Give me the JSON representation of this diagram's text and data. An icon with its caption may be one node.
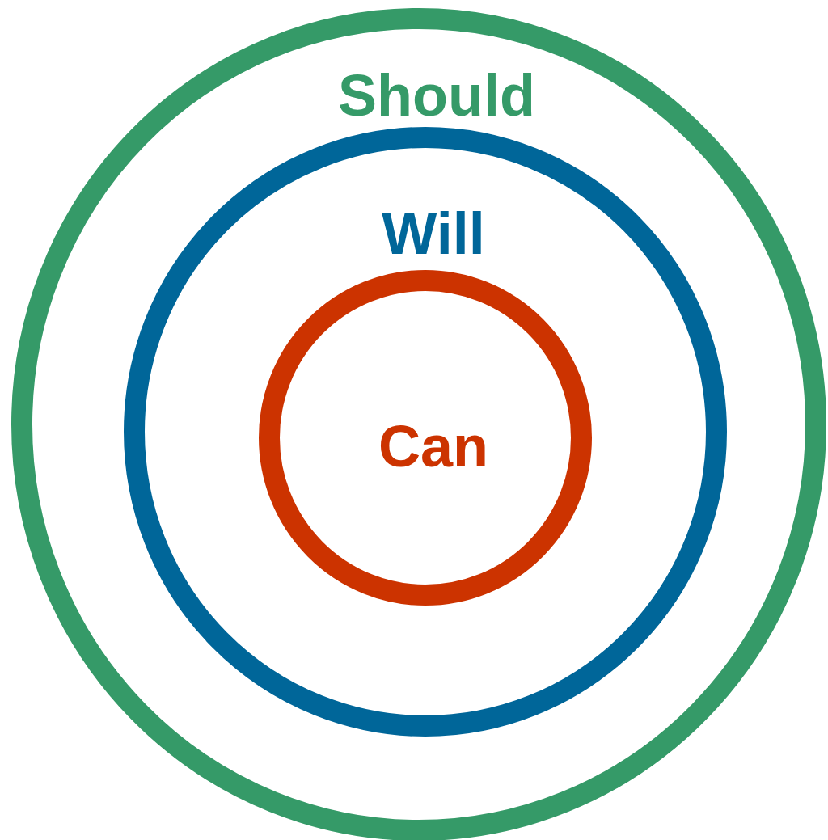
{
  "diagram": {
    "nodes": [
      {
        "text": [
          "Should"
        ]
      },
      {
        "text": [
          "Will"
        ],
        "in": 0
      },
      {
        "text": [
          "Can"
        ],
        "in": 1
      }
    ]
  }
}
